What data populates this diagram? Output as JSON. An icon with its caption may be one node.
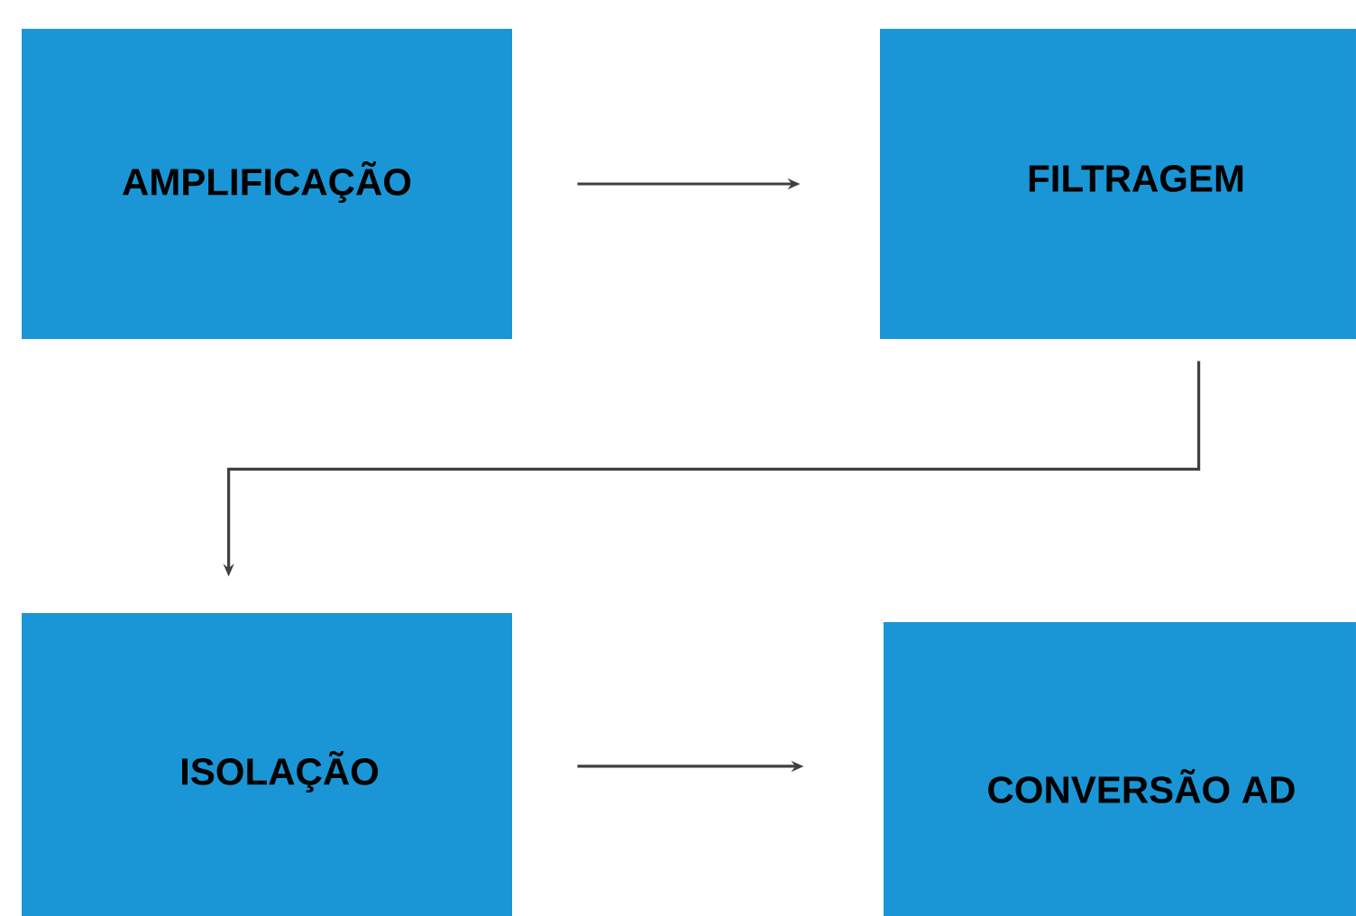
{
  "diagram": {
    "nodes": [
      {
        "text": [
          "AMPLIFICAÇÃO"
        ]
      },
      {
        "text": [
          "FILTRAGEM"
        ]
      },
      {
        "text": [
          "ISOLAÇÃO"
        ]
      },
      {
        "text": [
          "CONVERSÃO AD"
        ]
      }
    ],
    "edges": [
      {
        "from": 0,
        "to": 1,
        "arrow": "to"
      },
      {
        "from": 1,
        "to": 2,
        "arrow": "to"
      },
      {
        "from": 2,
        "to": 3,
        "arrow": "to"
      }
    ]
  }
}
